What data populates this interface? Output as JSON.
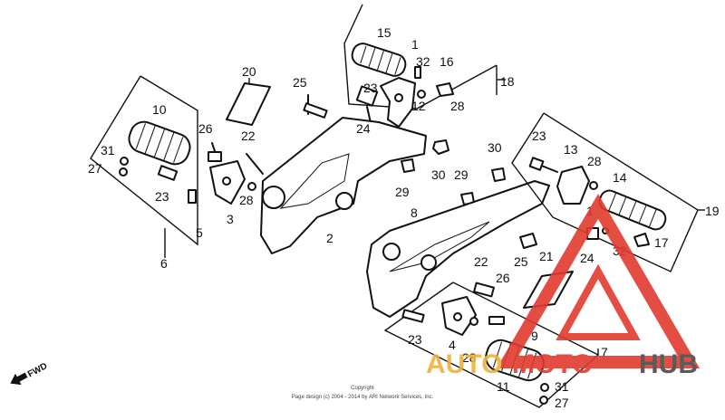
{
  "diagram": {
    "callouts": [
      "1",
      "2",
      "3",
      "4",
      "5",
      "6",
      "7",
      "8",
      "9",
      "10",
      "11",
      "12",
      "13",
      "14",
      "15",
      "16",
      "17",
      "18",
      "19",
      "20",
      "21",
      "22",
      "23",
      "24",
      "25",
      "26",
      "27",
      "28",
      "29",
      "30",
      "31",
      "32"
    ],
    "fwd_label": "FWD",
    "credit_line1": "Copyright",
    "credit_line2": "Page design (c) 2004 - 2014 by ARI Network Services, Inc.",
    "watermark_part1": "AUTO",
    "watermark_part2": "MOTO",
    "watermark_part3": "HUB",
    "colors": {
      "ink": "#111111",
      "watermark_orange": "#f0b23a",
      "watermark_red": "#e03a2e",
      "watermark_gray": "#4a4a4a"
    }
  }
}
